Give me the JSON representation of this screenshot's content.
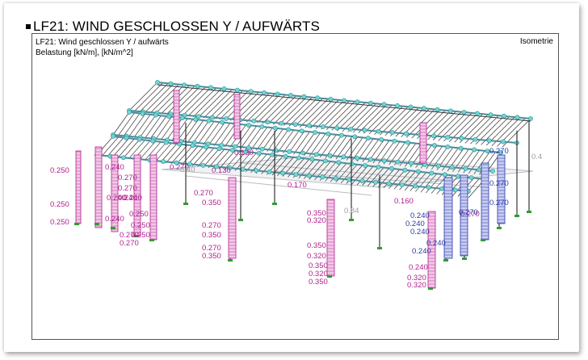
{
  "heading": {
    "title": "LF21: WIND GESCHLOSSEN Y / AUFWÄRTS"
  },
  "panel": {
    "subtitle": "LF21: Wind geschlossen Y / aufwärts",
    "units": "Belastung [kN/m], [kN/m^2]",
    "view": "Isometrie"
  },
  "colors": {
    "magenta": "#b0208f",
    "blue": "#2a3aa6",
    "grey": "#9aa0a8",
    "node": "#6fd6d6",
    "support": "#2e9e2e"
  },
  "load_labels": {
    "magenta": [
      "0.250",
      "0.250",
      "0.250",
      "0.240",
      "0.270",
      "0.270",
      "0.240",
      "0.240",
      "0.240",
      "0.250",
      "0.240",
      "0.250",
      "0.270",
      "0.250",
      "0.270",
      "0.270",
      "0.350",
      "0.270",
      "0.350",
      "0.270",
      "0.350",
      "0.350",
      "0.350",
      "0.320",
      "0.350",
      "0.320",
      "0.350",
      "0.320",
      "0.270",
      "0.130",
      "0.130",
      "0.170",
      "0.160",
      "0.270",
      "0.320",
      "0.320",
      "0.240"
    ],
    "blue": [
      "0.270",
      "0.270",
      "0.270",
      "0.240",
      "0.240",
      "0.240",
      "0.240",
      "0.270",
      "0.240"
    ],
    "grey": [
      "0.40",
      "0.84",
      "0.4"
    ]
  }
}
